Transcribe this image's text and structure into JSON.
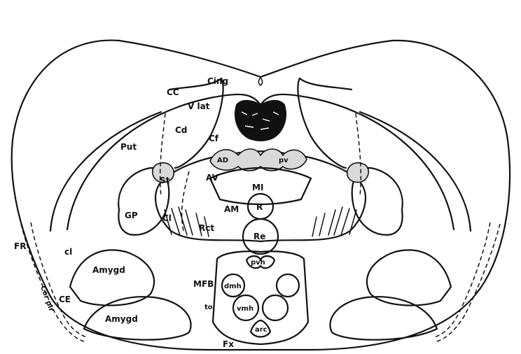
{
  "labels": {
    "cing": "Cing",
    "cc": "CC",
    "vlat": "V lat",
    "cd": "Cd",
    "cf": "Cf",
    "put": "Put",
    "st": "St",
    "ad": "AD",
    "pv": "pv",
    "av": "AV",
    "mi": "MI",
    "am": "AM",
    "r": "R",
    "gp": "GP",
    "cl_upper": "Cl",
    "rct": "Rct",
    "re": "Re",
    "fr": "FR",
    "cl_lower": "cl",
    "amygd_upper": "Amygd",
    "cor_pir": "Cor pir",
    "ce": "CE",
    "amygd_lower": "Amygd",
    "mfb": "MFB",
    "dmh": "dmh",
    "vmh": "vmh",
    "to": "to",
    "pvh": "pvh",
    "arc": "arc",
    "fx": "Fx"
  }
}
